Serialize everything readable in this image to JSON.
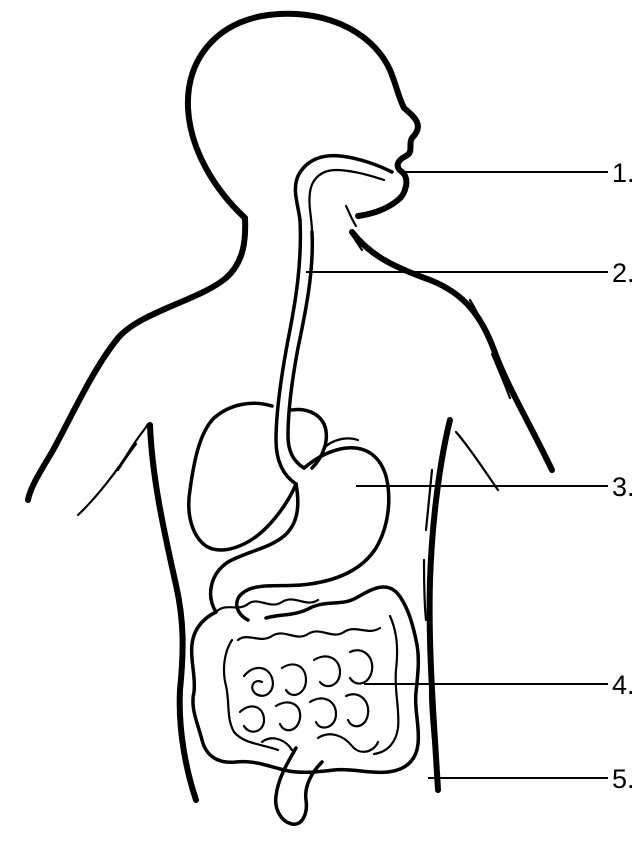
{
  "diagram": {
    "labels": [
      {
        "id": "1",
        "text": "1."
      },
      {
        "id": "2",
        "text": "2."
      },
      {
        "id": "3",
        "text": "3."
      },
      {
        "id": "4",
        "text": "4."
      },
      {
        "id": "5",
        "text": "5."
      }
    ]
  },
  "colors": {
    "line": "#000000",
    "background": "#ffffff"
  }
}
